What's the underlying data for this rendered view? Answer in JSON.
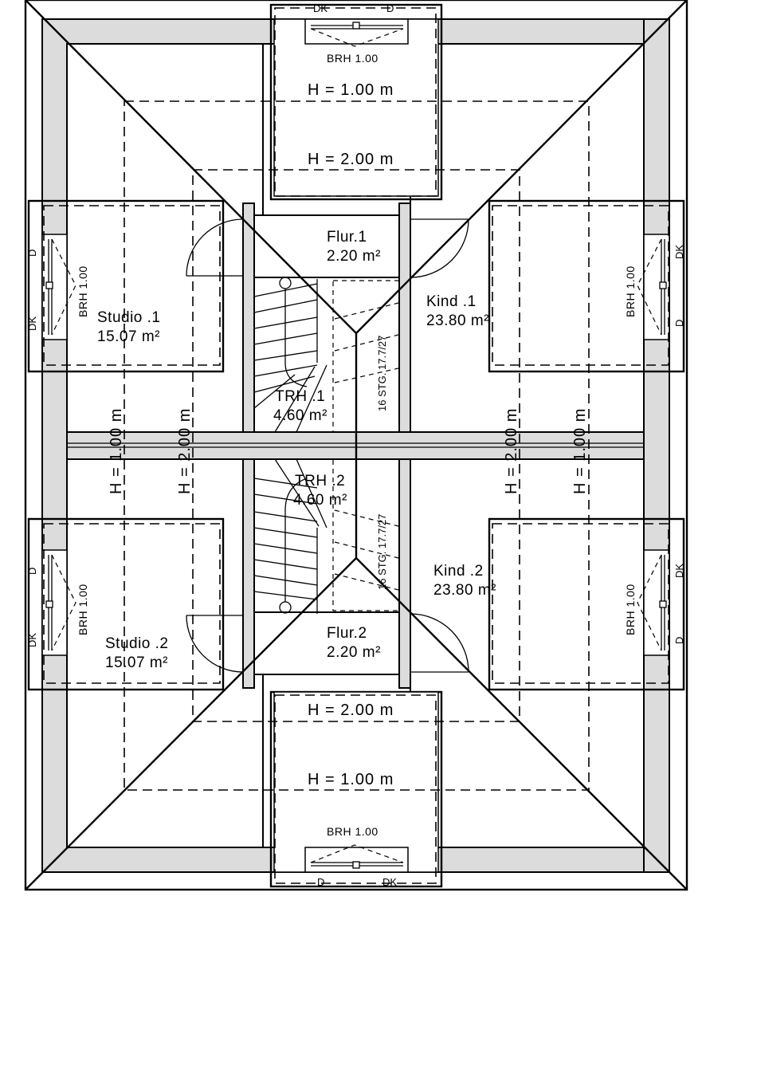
{
  "rooms": {
    "flur1": {
      "name": "Flur.1",
      "area": "2.20 m²"
    },
    "flur2": {
      "name": "Flur.2",
      "area": "2.20 m²"
    },
    "kind1": {
      "name": "Kind .1",
      "area": "23.80 m²"
    },
    "kind2": {
      "name": "Kind .2",
      "area": "23.80 m²"
    },
    "studio1": {
      "name": "Studio .1",
      "area": "15.07 m²"
    },
    "studio2": {
      "name": "Studio .2",
      "area": "15.07 m²"
    },
    "trh1": {
      "name": "TRH .1",
      "area": "4.60 m²"
    },
    "trh2": {
      "name": "TRH .2",
      "area": "4.60 m²"
    }
  },
  "heights": {
    "h100": "H = 1.00 m",
    "h200": "H = 2.00 m"
  },
  "windows": {
    "brh": "BRH 1.00",
    "dk": "DK",
    "d": "D"
  },
  "stairs": {
    "stg": "16 STG. 17.7/27"
  },
  "colors": {
    "wall_fill": "#dcdcdc",
    "line": "#000000",
    "background": "#ffffff"
  }
}
